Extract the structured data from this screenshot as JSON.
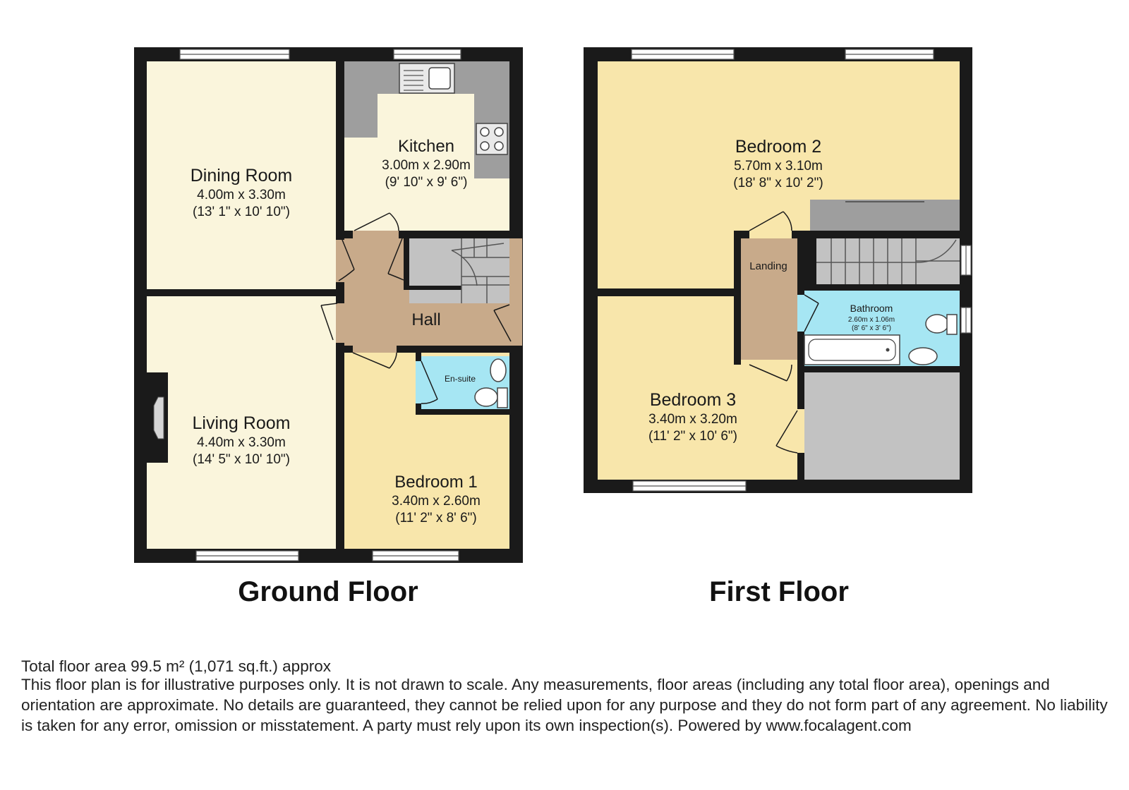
{
  "colors": {
    "wall": "#1a1a1a",
    "cream": "#faf5dc",
    "yellow": "#f8e6ab",
    "hall": "#c8aa8a",
    "grey": "#c2c2c2",
    "counter": "#9e9e9e",
    "blue": "#a6e6f3"
  },
  "ground_floor": {
    "title": "Ground Floor",
    "rooms": {
      "dining": {
        "name": "Dining Room",
        "dim_m": "4.00m x 3.30m",
        "dim_ft": "(13' 1\" x 10' 10\")"
      },
      "kitchen": {
        "name": "Kitchen",
        "dim_m": "3.00m x 2.90m",
        "dim_ft": "(9' 10\" x 9' 6\")"
      },
      "hall": {
        "name": "Hall"
      },
      "ensuite": {
        "name": "En-suite"
      },
      "living": {
        "name": "Living Room",
        "dim_m": "4.40m x 3.30m",
        "dim_ft": "(14' 5\" x 10' 10\")"
      },
      "bedroom1": {
        "name": "Bedroom 1",
        "dim_m": "3.40m x 2.60m",
        "dim_ft": "(11' 2\" x 8' 6\")"
      }
    }
  },
  "first_floor": {
    "title": "First Floor",
    "rooms": {
      "bedroom2": {
        "name": "Bedroom 2",
        "dim_m": "5.70m x 3.10m",
        "dim_ft": "(18' 8\" x 10' 2\")"
      },
      "landing": {
        "name": "Landing"
      },
      "bathroom": {
        "name": "Bathroom",
        "dim_m": "2.60m x 1.06m",
        "dim_ft": "(8' 6\" x 3' 6\")"
      },
      "bedroom3": {
        "name": "Bedroom 3",
        "dim_m": "3.40m x 3.20m",
        "dim_ft": "(11' 2\" x 10' 6\")"
      }
    }
  },
  "footer": {
    "total_area": "Total floor area 99.5 m² (1,071 sq.ft.) approx",
    "disclaimer": "This floor plan is for illustrative purposes only. It is not drawn to scale. Any measurements, floor areas (including any total floor area), openings and orientation are approximate. No details are guaranteed, they cannot be relied upon for any purpose and they do not form part of any agreement. No liability is taken for any error, omission or misstatement. A party must rely upon its own inspection(s). Powered by www.focalagent.com"
  }
}
